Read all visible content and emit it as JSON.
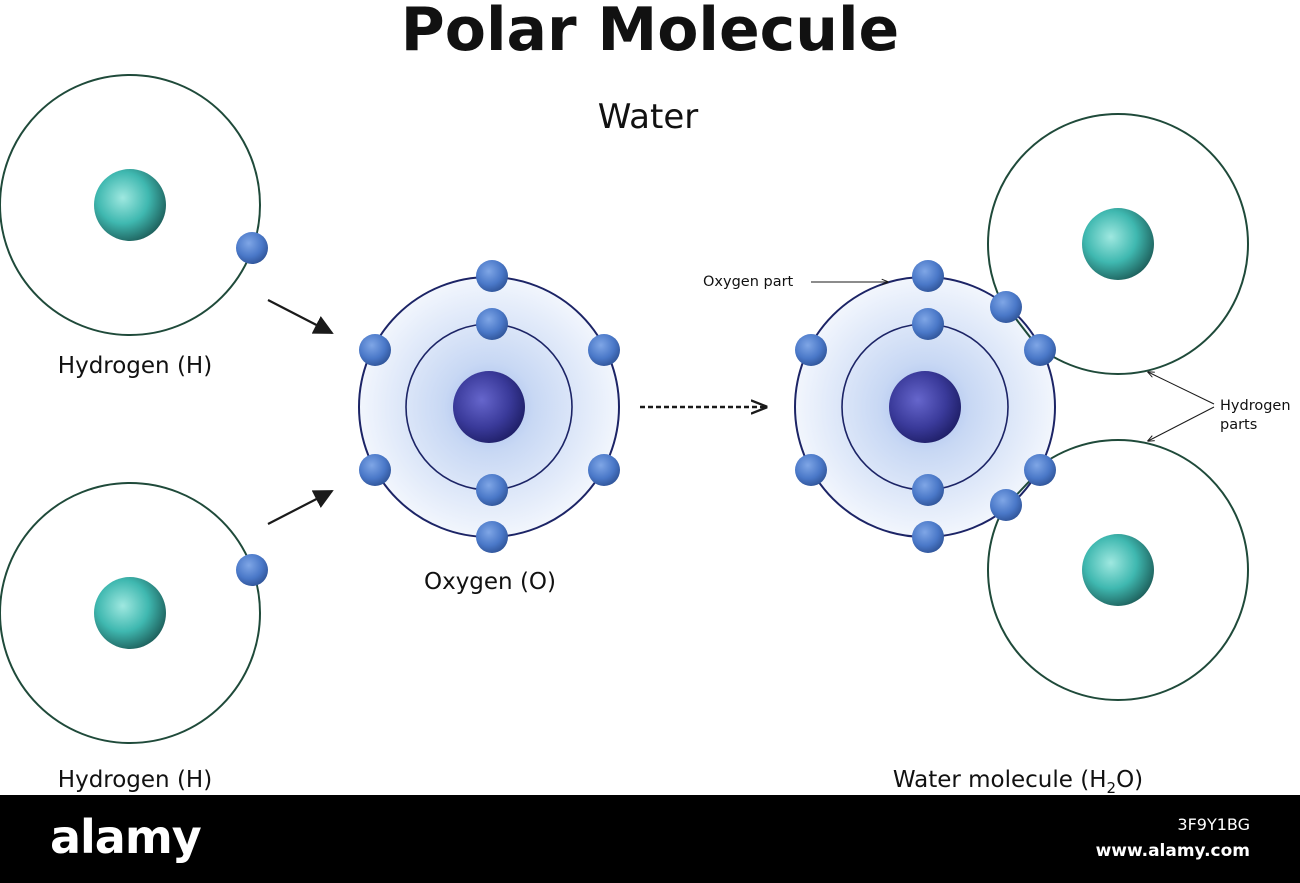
{
  "title": "Polar Molecule",
  "subtitle": "Water",
  "labels": {
    "hydrogen_top": "Hydrogen (H)",
    "hydrogen_bottom": "Hydrogen (H)",
    "oxygen": "Oxygen (O)",
    "water_molecule_prefix": "Water molecule (H",
    "water_molecule_subscript": "2",
    "water_molecule_suffix": "O)",
    "oxygen_part": "Oxygen part",
    "hydrogen_parts_line1": "Hydrogen",
    "hydrogen_parts_line2": "parts"
  },
  "footer": {
    "brand": "alamy",
    "image_code": "3F9Y1BG",
    "site": "www.alamy.com"
  },
  "colors": {
    "orbit_hydrogen": "#1f4a3a",
    "orbit_oxygen": "#1c2466",
    "hydrogen_nucleus": "#3fb8b0",
    "oxygen_nucleus": "#3a3a9a",
    "electron": "#4a78c8",
    "glow": "#c8d8f4"
  }
}
